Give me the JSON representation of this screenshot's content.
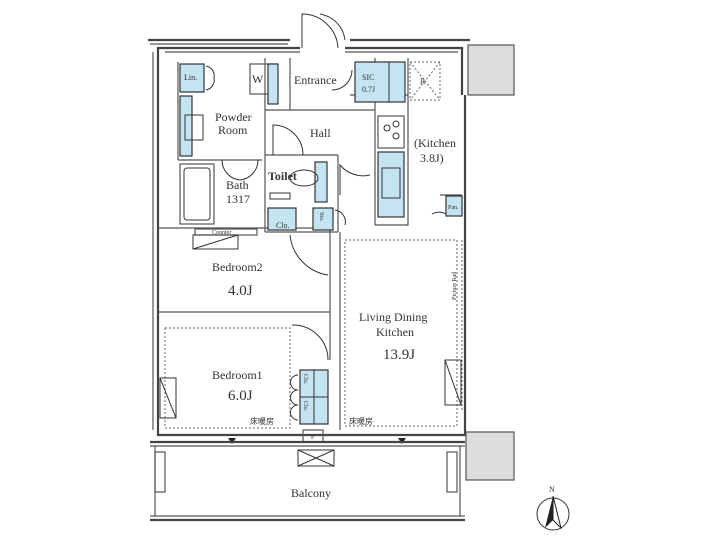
{
  "rooms": {
    "linen": "Lin.",
    "washer": "W",
    "entrance": "Entrance",
    "sic": "SIC",
    "sic_size": "0.7J",
    "refrigerator": "R",
    "powder_room_1": "Powder",
    "powder_room_2": "Room",
    "hall": "Hall",
    "kitchen": "(Kitchen",
    "kitchen_size": "3.8J)",
    "toilet": "Toilet",
    "bath": "Bath",
    "bath_size": "1317",
    "pantry": "Pan.",
    "closet": "Clo.",
    "storage": "Sto.",
    "counter": "Counter",
    "bedroom2": "Bedroom2",
    "bedroom2_size": "4.0J",
    "ldk_1": "Living Dining",
    "ldk_2": "Kitchen",
    "ldk_size": "13.9J",
    "picture_rail": "Picture Rail",
    "bedroom1": "Bedroom1",
    "bedroom1_size": "6.0J",
    "closet_a": "Clo.",
    "closet_b": "Clo.",
    "floor_heating_1": "床暖房",
    "floor_heating_2": "床暖房",
    "pipe_space": "P",
    "balcony": "Balcony"
  },
  "compass": {
    "label": "N"
  },
  "colors": {
    "fixture_fill": "#c4e4f2",
    "wall": "#444444",
    "column": "#dddddd"
  }
}
